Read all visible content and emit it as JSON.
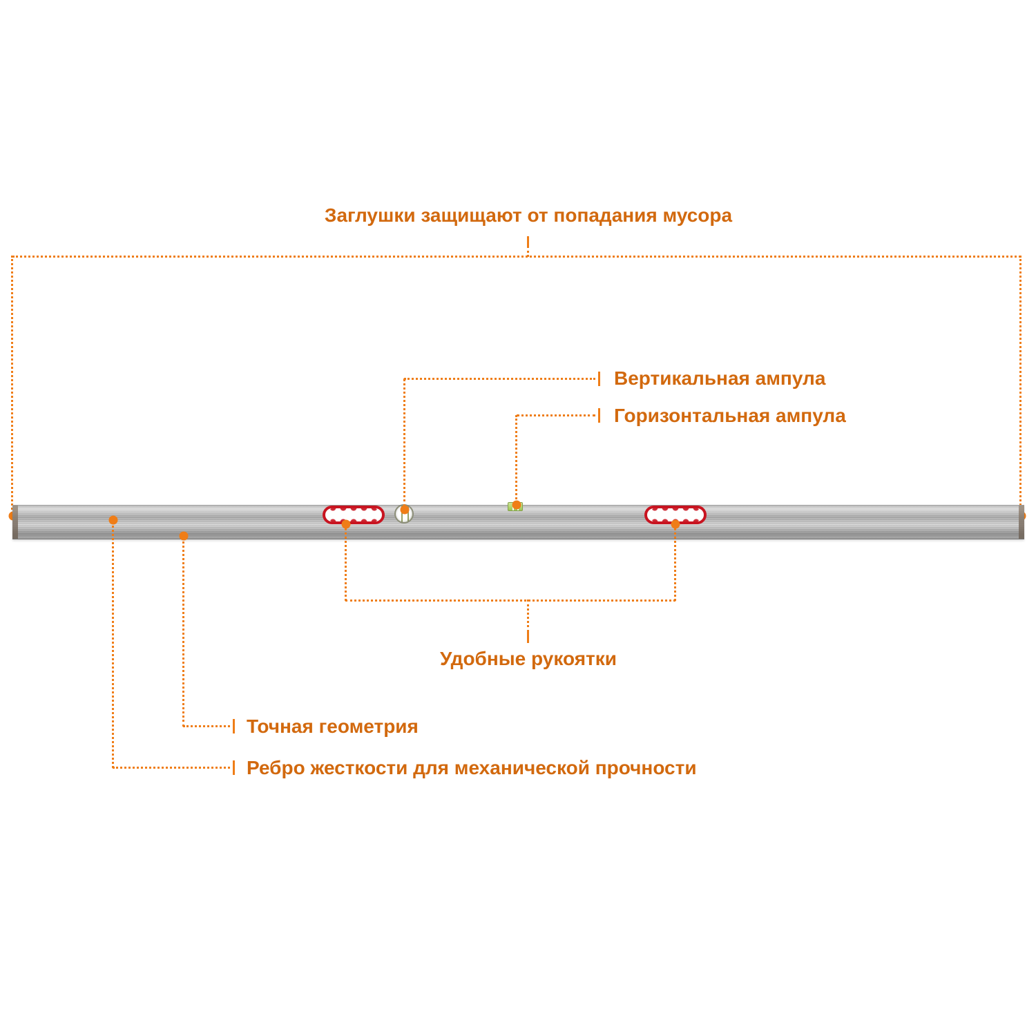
{
  "accent_line_color": "#ef7d17",
  "accent_text_color": "#d2690e",
  "handle_outline_color": "#c81420",
  "labels": {
    "caps": "Заглушки защищают от попадания мусора",
    "vertical_vial": "Вертикальная ампула",
    "horizontal_vial": "Горизонтальная ампула",
    "handles": "Удобные рукоятки",
    "geometry": "Точная геометрия",
    "rib": "Ребро жесткости для механической прочности"
  }
}
